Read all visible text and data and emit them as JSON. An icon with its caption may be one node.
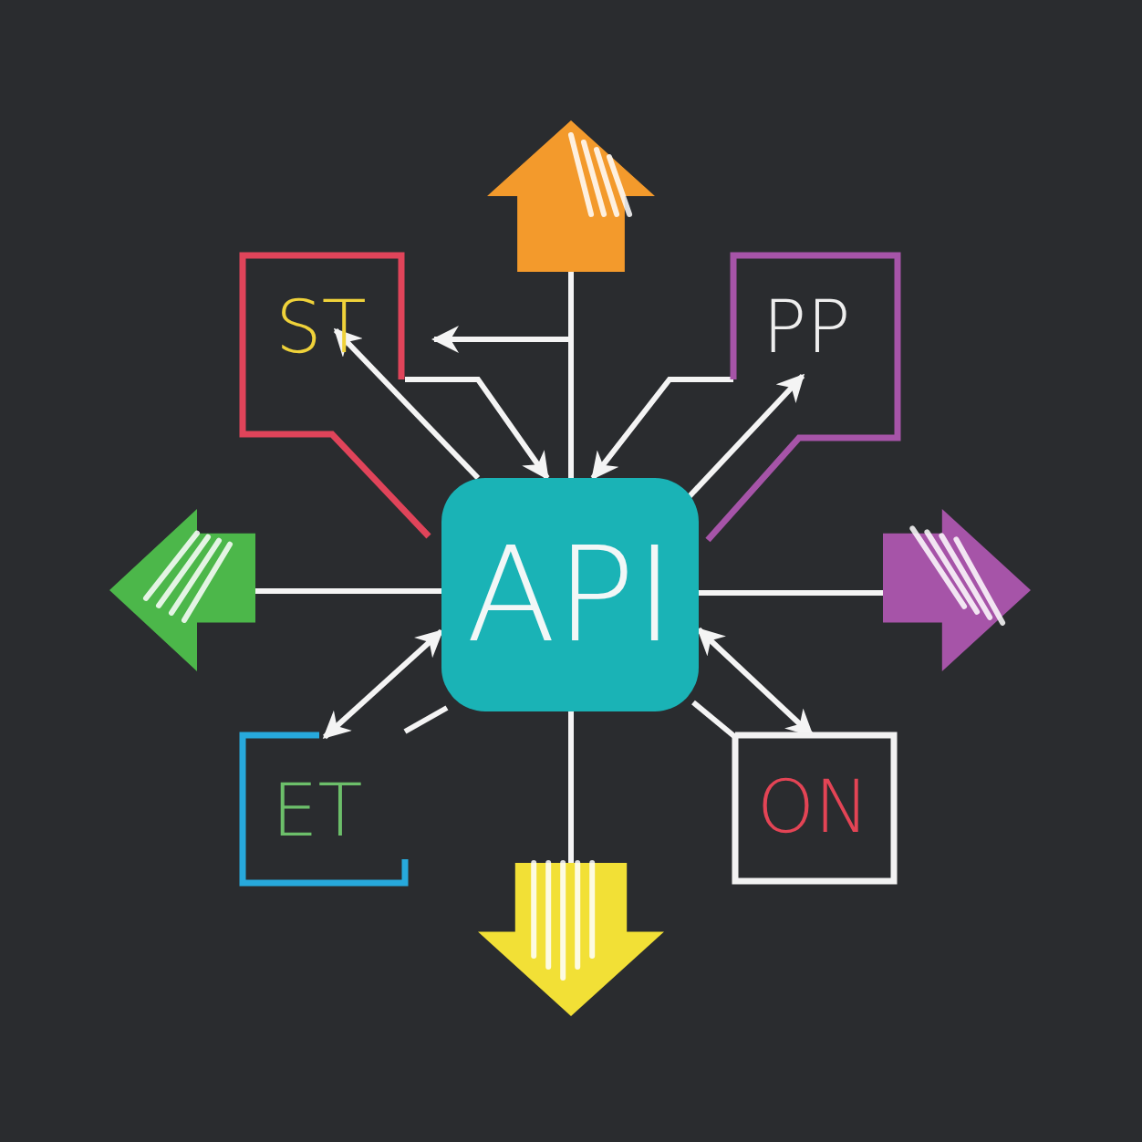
{
  "diagram": {
    "nodes": [
      {
        "text": [
          "ST"
        ]
      },
      {
        "text": [
          "PP"
        ]
      },
      {
        "text": [
          "API"
        ]
      },
      {
        "text": [
          "ET"
        ]
      },
      {
        "text": [
          "ON"
        ]
      },
      {
        "text": [],
        "shape": "arrow"
      },
      {
        "text": [],
        "shape": "arrow"
      },
      {
        "text": [],
        "shape": "arrow"
      },
      {
        "text": [],
        "shape": "arrow"
      }
    ],
    "edges": [
      {
        "from": 2,
        "to": 5,
        "arrow": "none"
      },
      {
        "from": 2,
        "to": 0,
        "arrow": "to"
      },
      {
        "from": 0,
        "to": 2,
        "arrow": "to"
      },
      {
        "from": 2,
        "to": 0,
        "arrow": "to"
      },
      {
        "from": 1,
        "to": 2,
        "arrow": "to"
      },
      {
        "from": 2,
        "to": 1,
        "arrow": "to"
      },
      {
        "from": 2,
        "to": 6,
        "arrow": "none"
      },
      {
        "from": 2,
        "to": 7,
        "arrow": "none"
      },
      {
        "from": 2,
        "to": 3,
        "arrow": "both"
      },
      {
        "from": 3,
        "to": 2,
        "arrow": "none"
      },
      {
        "from": 2,
        "to": 4,
        "arrow": "both"
      },
      {
        "from": 4,
        "to": 2,
        "arrow": "none"
      },
      {
        "from": 2,
        "to": 8,
        "arrow": "none"
      }
    ]
  }
}
